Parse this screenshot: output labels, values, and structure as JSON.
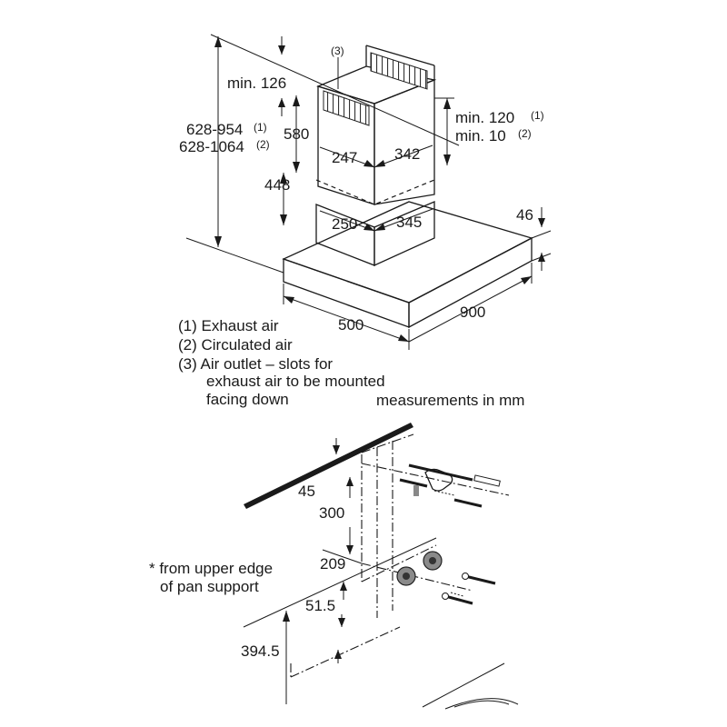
{
  "top": {
    "callout_3": "(3)",
    "min_126": "min. 126",
    "height_range_1": "628-954",
    "height_range_1_note": "(1)",
    "height_range_2": "628-1064",
    "height_range_2_note": "(2)",
    "d_580": "580",
    "d_448": "448",
    "d_247": "247",
    "d_342": "342",
    "d_250": "250",
    "d_345": "345",
    "min_120": "min. 120",
    "min_120_note": "(1)",
    "min_10": "min. 10",
    "min_10_note": "(2)",
    "d_46": "46",
    "d_500": "500",
    "d_900": "900"
  },
  "legend": {
    "line1": "(1) Exhaust air",
    "line2": "(2) Circulated air",
    "line3": "(3) Air outlet – slots for",
    "line4": "exhaust air to be mounted",
    "line5": "facing down",
    "units": "measurements in mm"
  },
  "bottom": {
    "d_45": "45",
    "d_300": "300",
    "d_209": "209",
    "d_51_5": "51.5",
    "d_394_5": "394.5",
    "note1": "* from upper edge",
    "note2": "of pan support"
  }
}
